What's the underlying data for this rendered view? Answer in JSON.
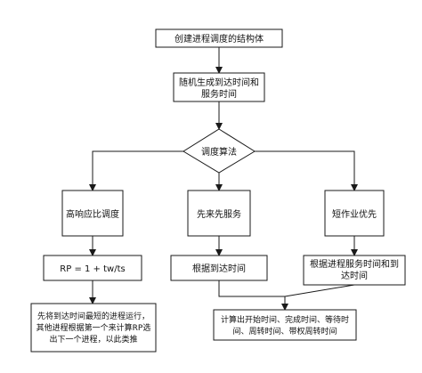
{
  "diagram": {
    "nodes": {
      "create_pcb": {
        "lines": [
          "创建进程调度的结构体"
        ]
      },
      "random_gen": {
        "lines": [
          "随机生成到达时间和",
          "服务时间"
        ]
      },
      "scheduling_algorithm": {
        "lines": [
          "调度算法"
        ]
      },
      "hrrn": {
        "lines": [
          "高响应比调度"
        ]
      },
      "fcfs": {
        "lines": [
          "先来先服务"
        ]
      },
      "sjf": {
        "lines": [
          "短作业优先"
        ]
      },
      "rp_formula": {
        "lines": [
          "RP = 1 + tw/ts"
        ]
      },
      "by_arrival": {
        "lines": [
          "根据到达时间"
        ]
      },
      "by_service_arrival": {
        "lines": [
          "根据进程服务时间和到",
          "达时间"
        ]
      },
      "hrrn_note": {
        "lines": [
          "先将到达时间最短的进程运行，",
          "其他进程根据第一个来计算RP选",
          "出下一个进程，以此类推"
        ]
      },
      "compute_times": {
        "lines": [
          "计算出开始时间、完成时间、等待时",
          "间、周转时间、带权周转时间"
        ]
      }
    }
  }
}
